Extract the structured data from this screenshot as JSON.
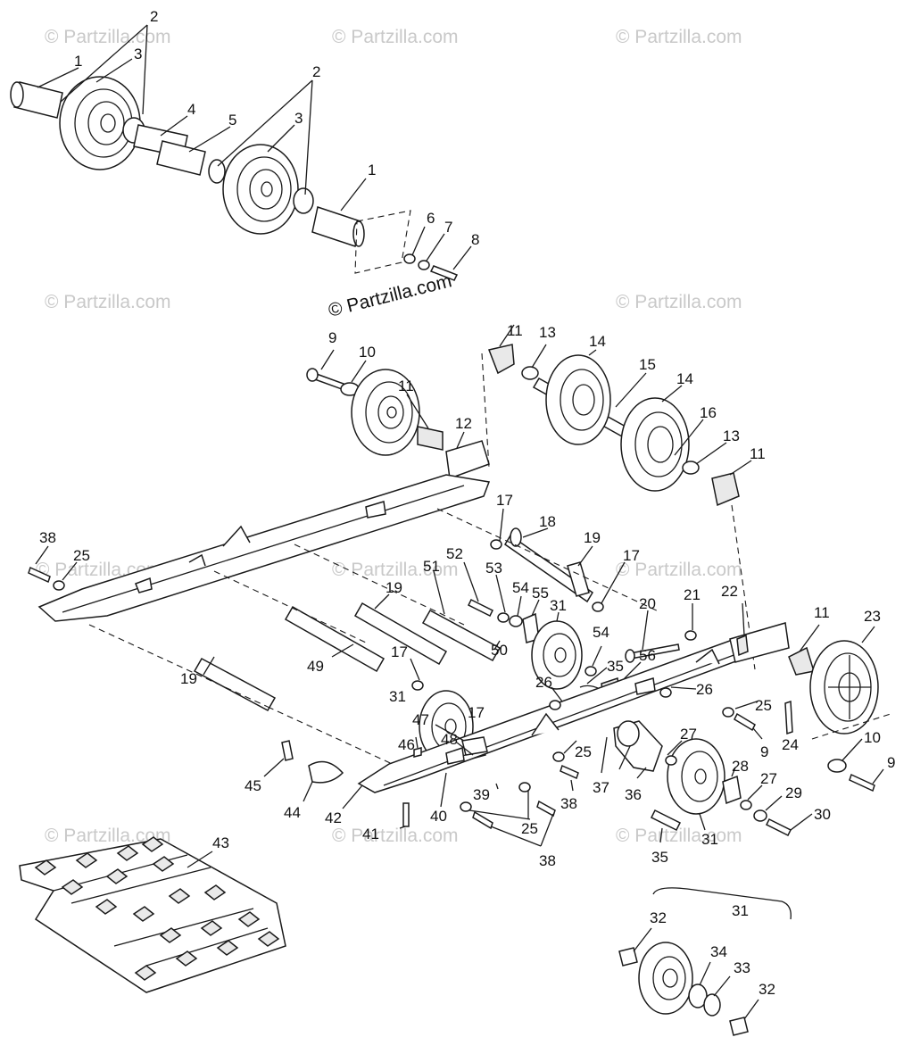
{
  "watermark": {
    "text": "© Partzilla.com",
    "primary": "© Partzilla.com"
  },
  "colors": {
    "line": "#1a1a1a",
    "watermark": "#c9c9c9",
    "background": "#ffffff"
  },
  "callouts": [
    "1",
    "2",
    "3",
    "4",
    "5",
    "1",
    "2",
    "3",
    "6",
    "7",
    "8",
    "9",
    "10",
    "11",
    "11",
    "12",
    "13",
    "14",
    "15",
    "14",
    "16",
    "13",
    "11",
    "17",
    "18",
    "19",
    "17",
    "52",
    "53",
    "54",
    "55",
    "31",
    "20",
    "21",
    "22",
    "11",
    "23",
    "38",
    "25",
    "19",
    "51",
    "50",
    "54",
    "35",
    "56",
    "49",
    "17",
    "31",
    "17",
    "19",
    "26",
    "26",
    "25",
    "24",
    "10",
    "9",
    "9",
    "47",
    "46",
    "48",
    "25",
    "27",
    "28",
    "27",
    "29",
    "30",
    "45",
    "44",
    "42",
    "39",
    "38",
    "40",
    "37",
    "36",
    "31",
    "35",
    "41",
    "25",
    "38",
    "43",
    "31",
    "32",
    "34",
    "33",
    "32"
  ]
}
